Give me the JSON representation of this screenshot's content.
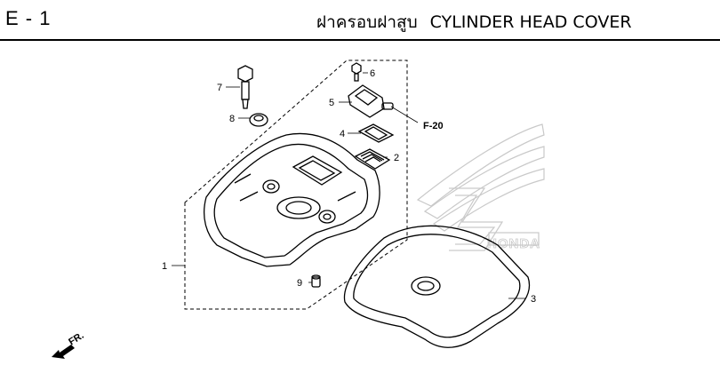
{
  "header": {
    "page_code": "E - 1",
    "title_thai": "ฝาครอบฝาสูบ",
    "title_en": "CYLINDER HEAD COVER"
  },
  "callouts": [
    {
      "label": "1",
      "part": "cylinder-head-cover"
    },
    {
      "label": "2",
      "part": "breather-plate"
    },
    {
      "label": "3",
      "part": "head-cover-gasket"
    },
    {
      "label": "4",
      "part": "breather-gasket"
    },
    {
      "label": "5",
      "part": "breather-joint"
    },
    {
      "label": "6",
      "part": "bolt"
    },
    {
      "label": "7",
      "part": "special-bolt"
    },
    {
      "label": "8",
      "part": "rubber-seal-washer"
    },
    {
      "label": "9",
      "part": "dowel-pin"
    }
  ],
  "reference": "F-20",
  "direction": "FR.",
  "watermark": "HONDA"
}
